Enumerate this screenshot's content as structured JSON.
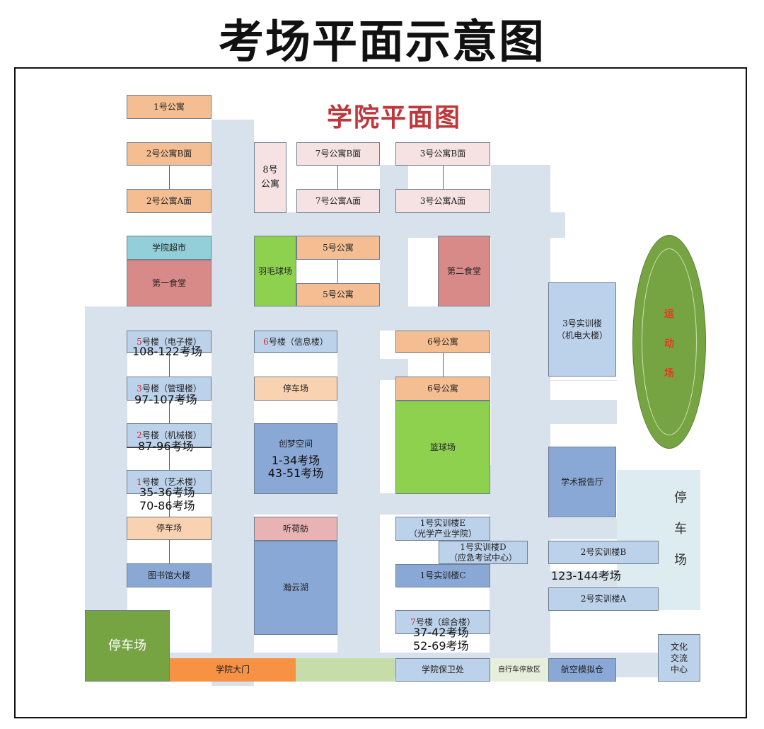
{
  "page_title": "考场平面示意图",
  "map_title": "学院平面图",
  "buildings": {
    "apt1": "1号公寓",
    "apt2b": "2号公寓B面",
    "apt2a": "2号公寓A面",
    "apt8": "8号公寓",
    "apt7b": "7号公寓B面",
    "apt7a": "7号公寓A面",
    "apt3b": "3号公寓B面",
    "apt3a": "3号公寓A面",
    "supermarket": "学院超市",
    "canteen1": "第一食堂",
    "badminton": "羽毛球场",
    "apt5_top": "5号公寓",
    "apt5_bottom": "5号公寓",
    "canteen2": "第二食堂",
    "training3_line1": "3号实训楼",
    "training3_line2": "（机电大楼）",
    "track_chars": [
      "运",
      "动",
      "场"
    ],
    "b5_num": "5",
    "b5_rest": "号楼（电子楼）",
    "b5_exam": "108-122考场",
    "b6_num": "6",
    "b6_rest": "号楼（信息楼）",
    "apt6_top": "6号公寓",
    "b3_num": "3",
    "b3_rest": "号楼（管理楼）",
    "b3_exam": "97-107考场",
    "parking_mid": "停车场",
    "apt6_bottom": "6号公寓",
    "b2_num": "2",
    "b2_rest": "号楼（机械楼）",
    "b2_exam": "87-96考场",
    "chuangmeng": "创梦空间",
    "chuangmeng_exam1": "1-34考场",
    "chuangmeng_exam2": "43-51考场",
    "basketball": "篮球场",
    "lecture_hall": "学术报告厅",
    "parking_right": "停车场",
    "b1_num": "1",
    "b1_rest": "号楼（艺术楼）",
    "b1_exam1": "35-36考场",
    "b1_exam2": "70-86考场",
    "parking_left": "停车场",
    "tinghefang": "听荷舫",
    "t1e_line1": "1号实训楼E",
    "t1e_line2": "（光学产业学院）",
    "t1d_line1": "1号实训楼D",
    "t1d_line2": "（应急考试中心）",
    "t2b": "2号实训楼B",
    "t2_exam": "123-144考场",
    "library": "图书馆大楼",
    "hanyun": "瀚云湖",
    "t1c": "1号实训楼C",
    "t2a": "2号实训楼A",
    "parking_big": "停车场",
    "b7_num": "7",
    "b7_rest": "号楼（综合楼）",
    "b7_exam1": "37-42考场",
    "b7_exam2": "52-69考场",
    "culture_center": "文化交流中心",
    "gate": "学院大门",
    "security": "学院保卫处",
    "bike_area": "自行车停放区",
    "aviation": "航空模拟仓"
  },
  "colors": {
    "road": "#d8e2ec",
    "apartment": "#f5be92",
    "title_red": "#c0373b",
    "exam_number_red": "#d22b2b"
  }
}
